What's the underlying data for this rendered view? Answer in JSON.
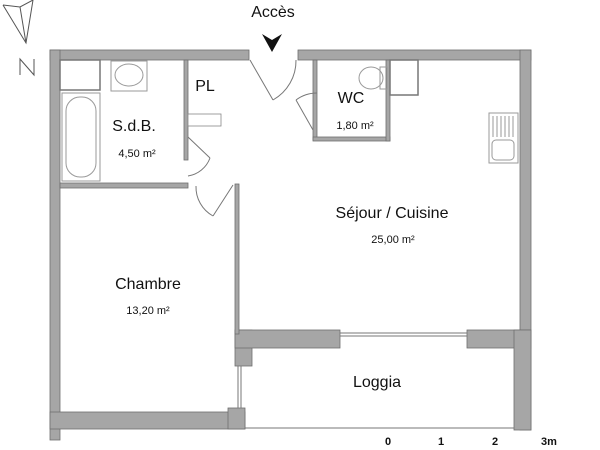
{
  "plan": {
    "entrance_label": "Accès",
    "north_label": "N",
    "rooms": [
      {
        "id": "sdb",
        "name": "S.d.B.",
        "area": "4,50 m²"
      },
      {
        "id": "pl",
        "name": "PL",
        "area": ""
      },
      {
        "id": "wc",
        "name": "WC",
        "area": "1,80 m²"
      },
      {
        "id": "sejour",
        "name": "Séjour / Cuisine",
        "area": "25,00 m²"
      },
      {
        "id": "chambre",
        "name": "Chambre",
        "area": "13,20 m²"
      },
      {
        "id": "loggia",
        "name": "Loggia",
        "area": ""
      }
    ],
    "scale_bar": [
      "0",
      "1",
      "2",
      "3m"
    ]
  },
  "colors": {
    "wall": "#a6a6a6",
    "wall_edge": "#6e6e6e",
    "fixture": "#9a9a9a",
    "text": "#111111"
  }
}
